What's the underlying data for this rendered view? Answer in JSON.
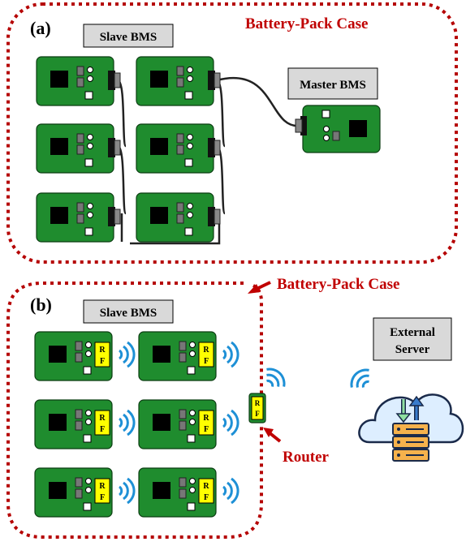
{
  "panel_a": {
    "label": "(a)",
    "case_label": "Battery-Pack Case",
    "slave_label": "Slave BMS",
    "master_label": "Master BMS"
  },
  "panel_b": {
    "label": "(b)",
    "case_label": "Battery-Pack Case",
    "slave_label": "Slave BMS",
    "router_label": "Router",
    "server_label_line1": "External",
    "server_label_line2": "Server",
    "rf_chip_top": "R",
    "rf_chip_bottom": "F"
  },
  "colors": {
    "board_green": "#1f8c2e",
    "case_border": "#b50000",
    "router_red": "#c00000",
    "label_box_fill": "#d9d9d9",
    "rf_chip": "#ffff00",
    "signal_blue": "#1e90d6",
    "cloud_fill": "#ddeeff",
    "server_orange": "#f6b24c",
    "arrow_green": "#8fe0a0",
    "arrow_blue": "#3a7ccc"
  },
  "icons": [
    "wifi-signal-icon",
    "cloud-server-icon",
    "rf-module-icon",
    "connector-icon"
  ]
}
